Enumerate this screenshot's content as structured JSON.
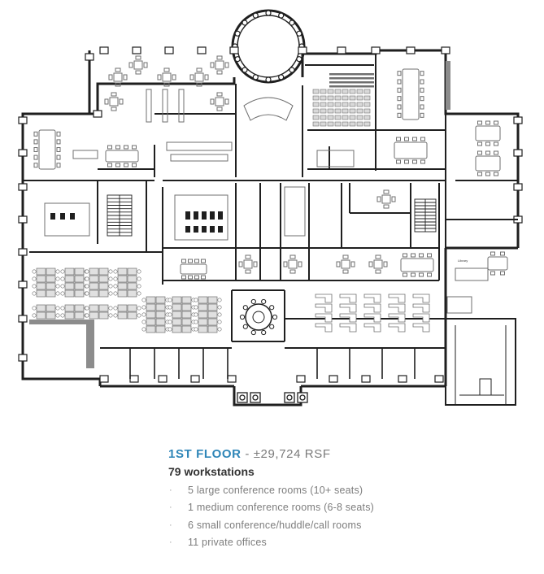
{
  "caption": {
    "floor_label": "1ST FLOOR",
    "separator": " - ",
    "area": "±29,724 RSF",
    "workstations": "79 workstations",
    "features": [
      "5 large conference rooms (10+ seats)",
      "1 medium conference rooms (6-8 seats)",
      "6 small conference/huddle/call rooms",
      "11 private offices"
    ],
    "bullet": "·"
  },
  "plan": {
    "room_label": "Library",
    "colors": {
      "accent": "#2f86b8",
      "wall": "#1f1f1f",
      "furniture": "#6f6f6f",
      "furniture_fill": "#d9d9d9",
      "grey_block": "#8c8c8c"
    }
  }
}
